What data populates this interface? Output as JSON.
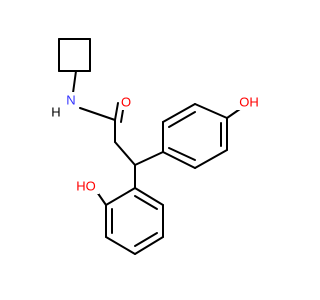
{
  "molecule": {
    "atom_labels": {
      "amide_n": "N",
      "amide_h": "H",
      "carbonyl_o": "O",
      "phenol_top_oh": "OH",
      "phenol_left_oh": "HO"
    },
    "colors": {
      "bond": "#000000",
      "nitrogen": "#3333ff",
      "oxygen": "#ff0000",
      "hydrogen": "#000000"
    }
  }
}
